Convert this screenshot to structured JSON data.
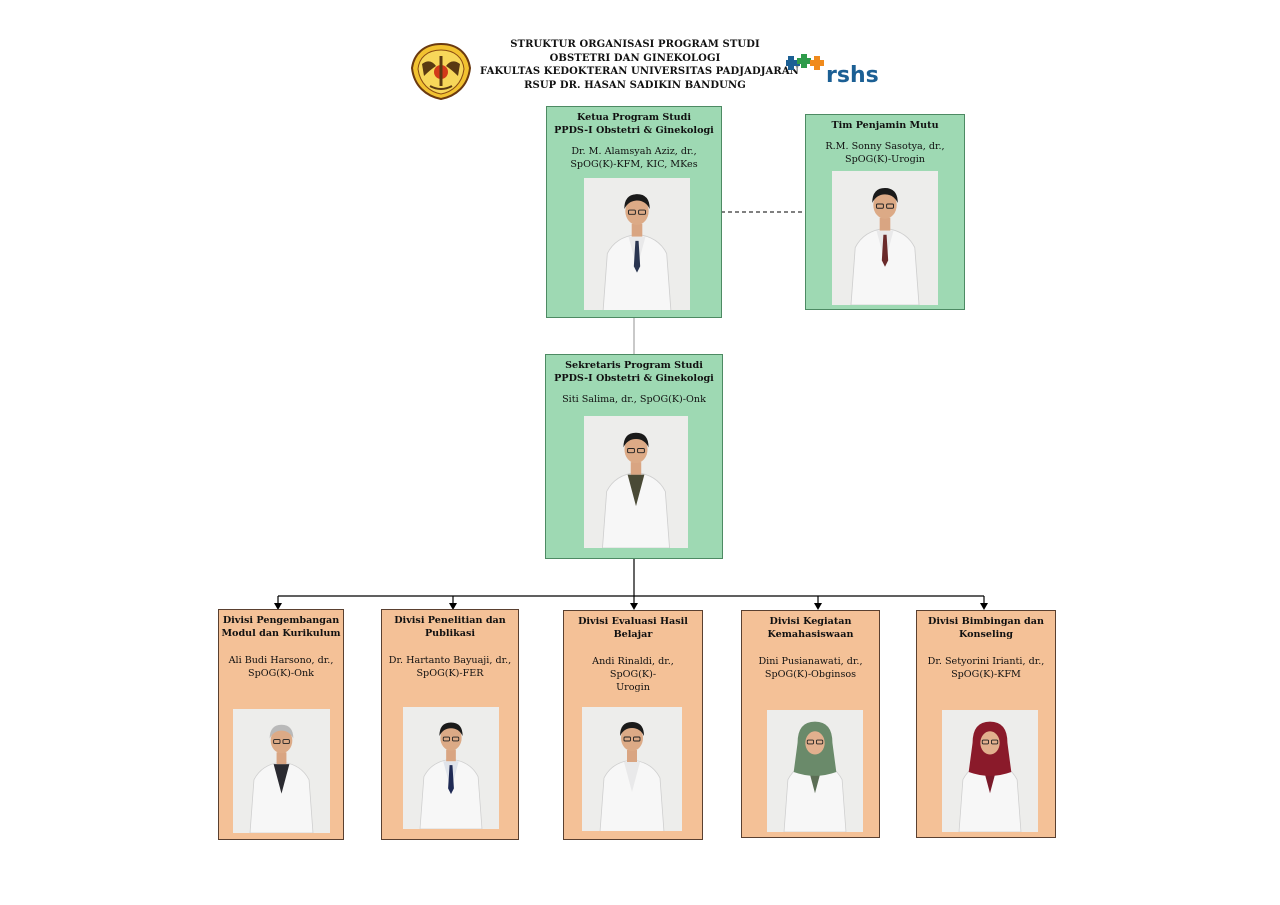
{
  "header": {
    "line1": "STRUKTUR ORGANISASI PROGRAM STUDI",
    "line2": "OBSTETRI DAN GINEKOLOGI",
    "line3": "FAKULTAS KEDOKTERAN UNIVERSITAS PADJADJARAN",
    "line4": "RSUP DR. HASAN SADIKIN BANDUNG",
    "rshs_logo_text": "rshs"
  },
  "colors": {
    "green_box": "#9ed9b3",
    "orange_box": "#f4c197",
    "rshs_blue": "#1b5f94",
    "rshs_green": "#2e9b4a",
    "rshs_orange": "#f08a1c"
  },
  "ketua": {
    "title1": "Ketua Program Studi",
    "title2": "PPDS-I Obstetri & Ginekologi",
    "name1": "Dr. M. Alamsyah Aziz, dr.,",
    "name2": "SpOG(K)-KFM, KIC, MKes"
  },
  "penjamin": {
    "title1": "Tim Penjamin Mutu",
    "name1": "R.M. Sonny Sasotya, dr.,",
    "name2": "SpOG(K)-Urogin"
  },
  "sekretaris": {
    "title1": "Sekretaris Program Studi",
    "title2": "PPDS-I Obstetri & Ginekologi",
    "name1": "Siti Salima, dr.,  SpOG(K)-Onk"
  },
  "divisions": [
    {
      "title1": "Divisi Pengembangan",
      "title2": "Modul dan Kurikulum",
      "name1": "Ali Budi Harsono, dr.,",
      "name2": "SpOG(K)-Onk"
    },
    {
      "title1": "Divisi Penelitian dan",
      "title2": "Publikasi",
      "name1": "Dr. Hartanto Bayuaji, dr.,",
      "name2": "SpOG(K)-FER"
    },
    {
      "title1": "Divisi Evaluasi Hasil",
      "title2": "Belajar",
      "name1": "Andi Rinaldi, dr., SpOG(K)-",
      "name2": "Urogin"
    },
    {
      "title1": "Divisi Kegiatan",
      "title2": "Kemahasiswaan",
      "name1": "Dini Pusianawati, dr.,",
      "name2": "SpOG(K)-Obginsos"
    },
    {
      "title1": "Divisi Bimbingan dan",
      "title2": "Konseling",
      "name1": "Dr. Setyorini Irianti, dr.,",
      "name2": "SpOG(K)-KFM"
    }
  ]
}
